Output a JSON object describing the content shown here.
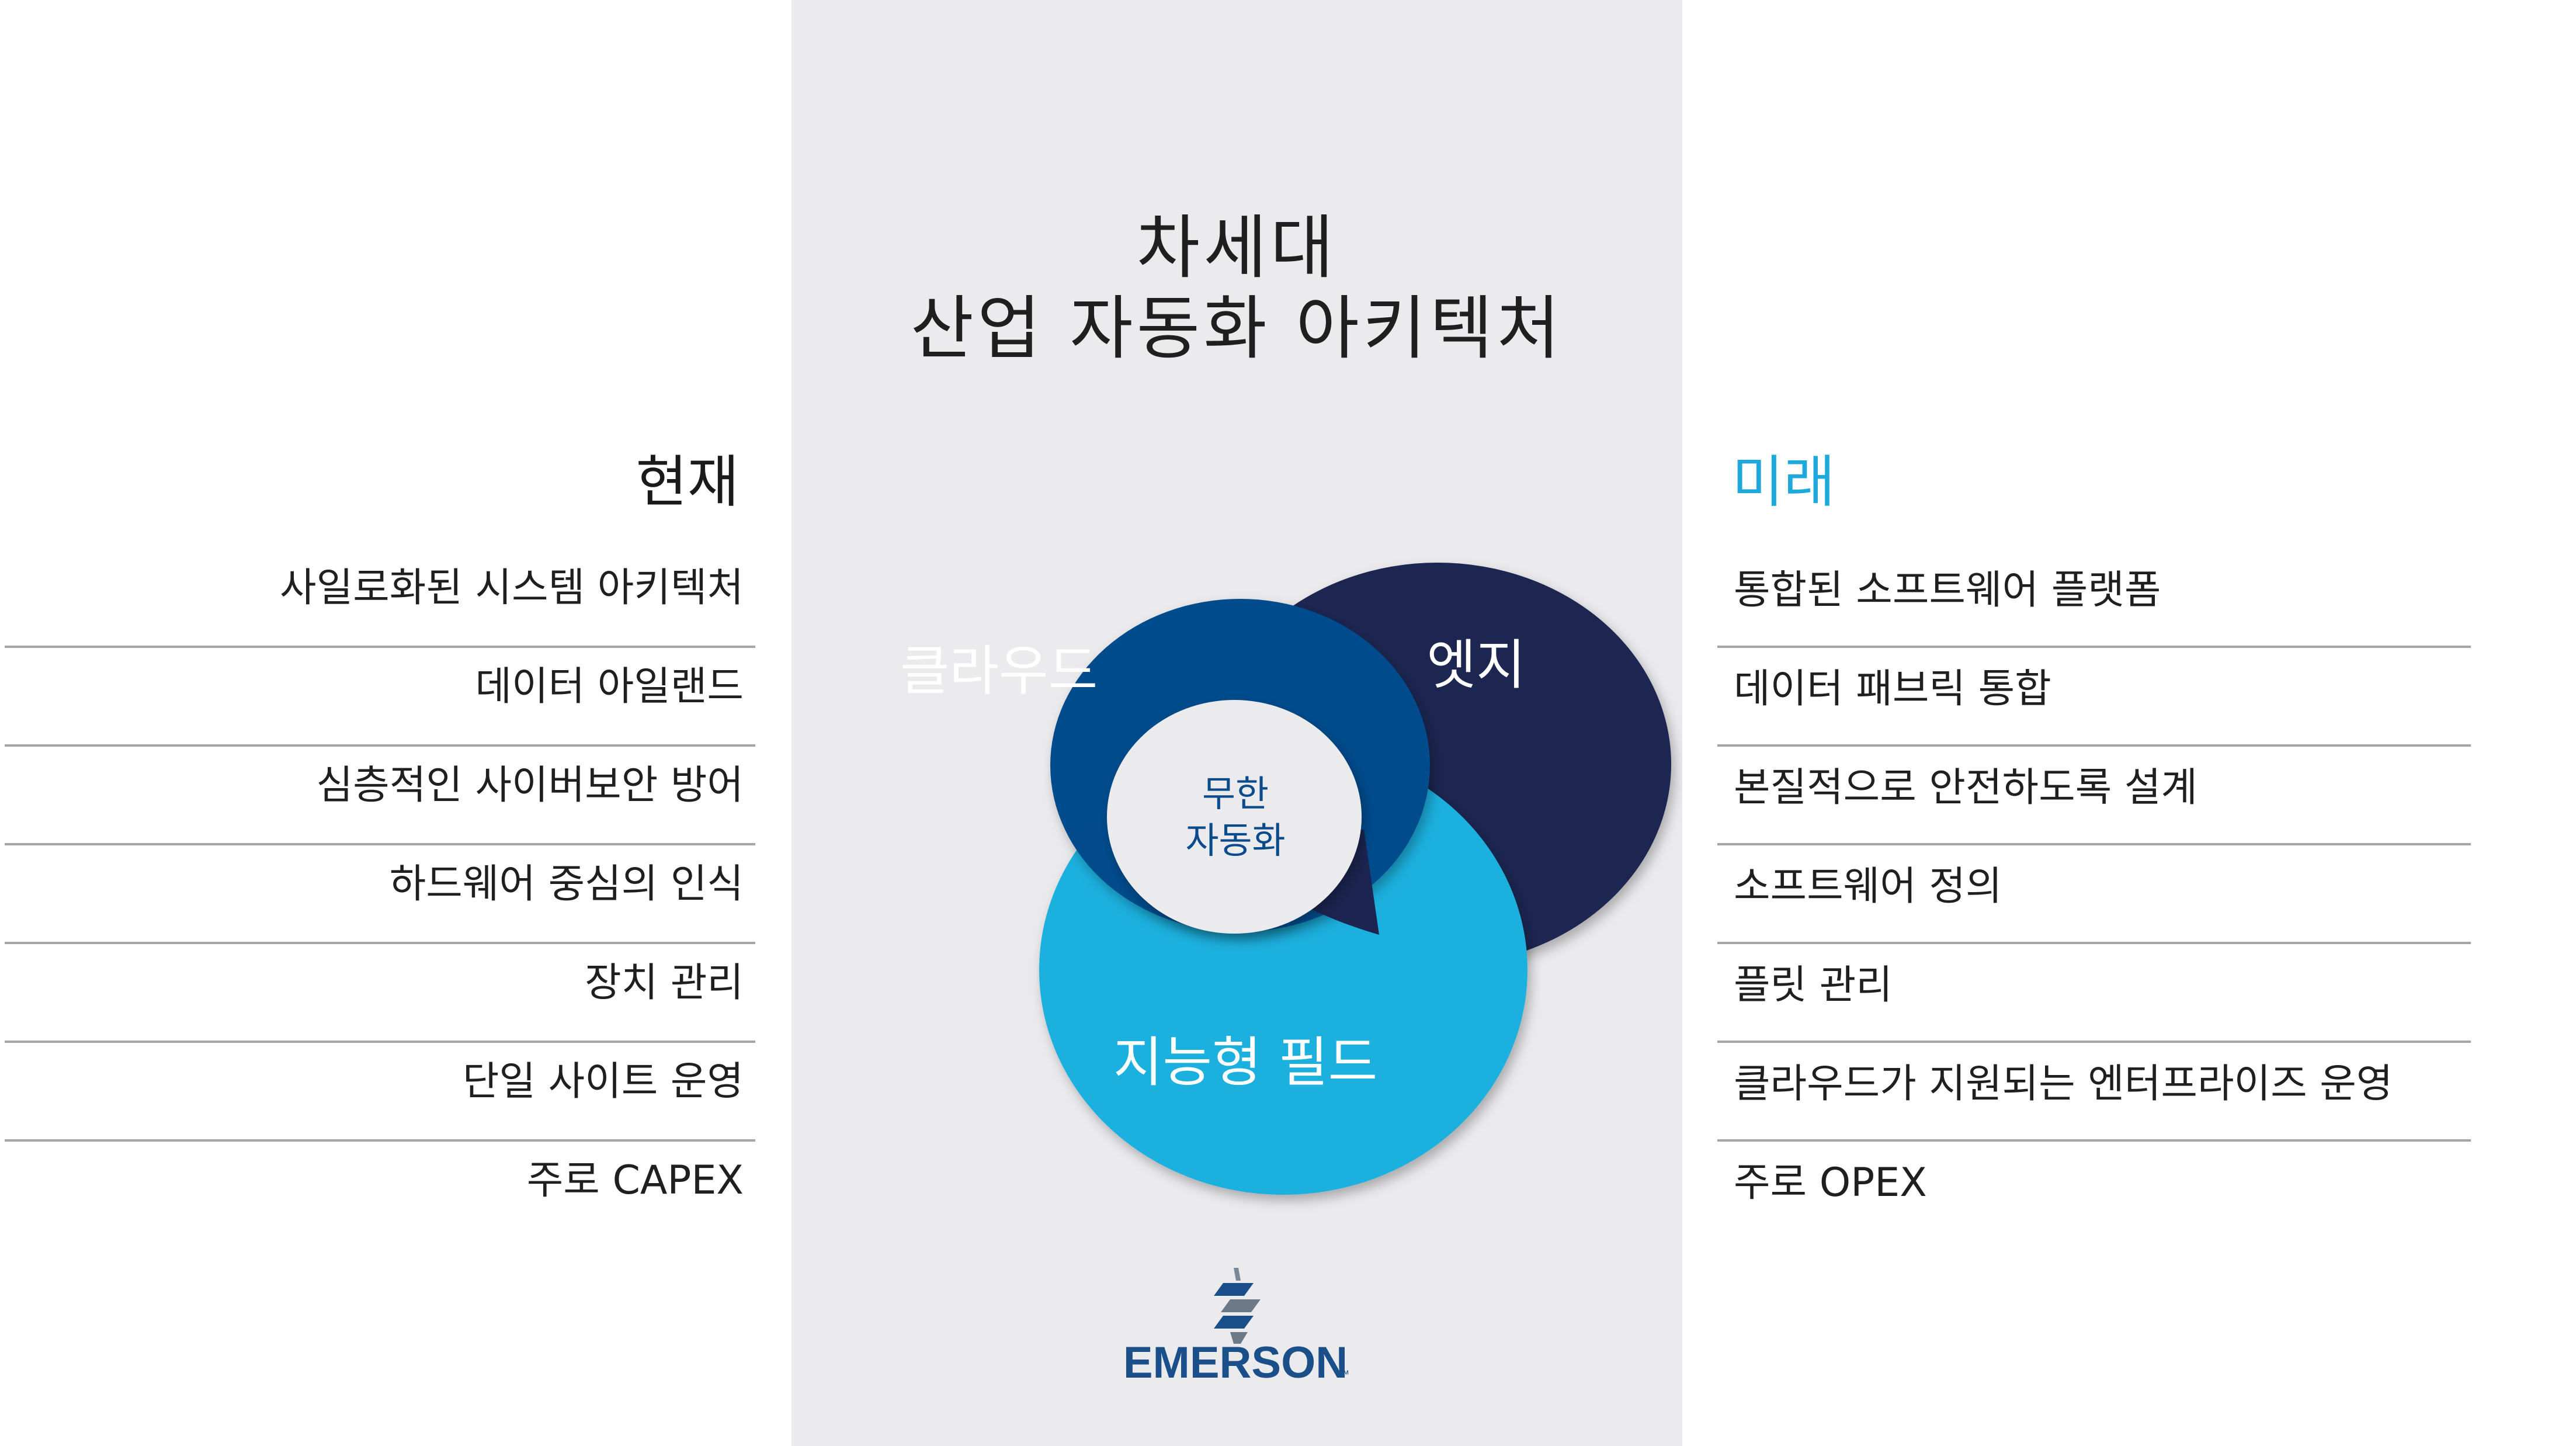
{
  "title": {
    "line1": "차세대",
    "line2": "산업 자동화 아키텍처"
  },
  "current": {
    "heading": "현재",
    "items": [
      "사일로화된 시스템 아키텍처",
      "데이터 아일랜드",
      "심층적인 사이버보안 방어",
      "하드웨어 중심의 인식",
      "장치 관리",
      "단일 사이트 운영",
      "주로 CAPEX"
    ]
  },
  "future": {
    "heading": "미래",
    "items": [
      "통합된 소프트웨어 플랫폼",
      "데이터 패브릭 통합",
      "본질적으로 안전하도록 설계",
      "소프트웨어 정의",
      "플릿 관리",
      "클라우드가 지원되는 엔터프라이즈 운영",
      "주로 OPEX"
    ]
  },
  "venn": {
    "cloud": "클라우드",
    "edge": "엣지",
    "field": "지능형 필드",
    "center_line1": "무한",
    "center_line2": "자동화"
  },
  "logo": {
    "text": "EMERSON",
    "mark": "™"
  },
  "colors": {
    "cloud": "#014b8c",
    "edge": "#1c2551",
    "field": "#1eb0de",
    "center_bg": "#ebebee",
    "center_text": "#0b4a8b",
    "future_heading": "#1ea9dc",
    "divider": "#a5a5a8"
  }
}
